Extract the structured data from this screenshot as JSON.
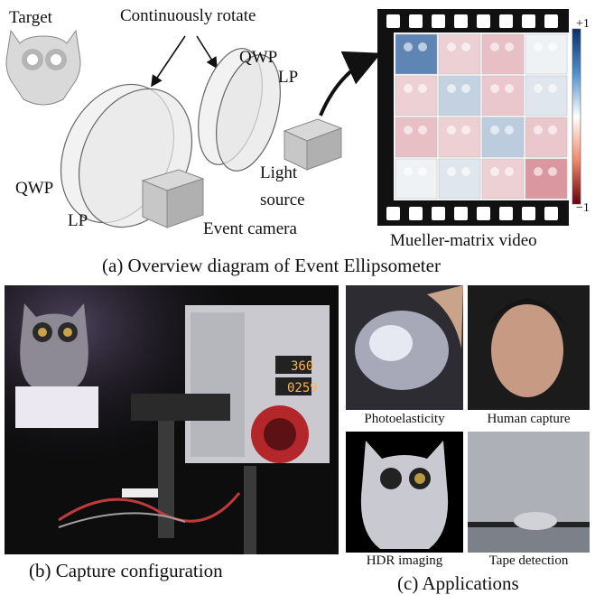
{
  "overview": {
    "target_label": "Target",
    "rotate_label": "Continuously rotate",
    "qwp_right_label": "QWP",
    "lp_right_label": "LP",
    "qwp_left_label": "QWP",
    "lp_left_label": "LP",
    "light_label_1": "Light",
    "light_label_2": "source",
    "event_camera_label": "Event camera",
    "mueller_label": "Mueller-matrix video",
    "colorbar_max": "+1",
    "colorbar_min": "−1",
    "caption": "(a) Overview diagram of Event Ellipsometer"
  },
  "capture": {
    "display_top": "360",
    "display_bottom": "0259",
    "caption": "(b) Capture configuration"
  },
  "applications": {
    "items": [
      {
        "label": "Photoelasticity"
      },
      {
        "label": "Human capture"
      },
      {
        "label": "HDR imaging"
      },
      {
        "label": "Tape detection"
      }
    ],
    "caption": "(c) Applications"
  },
  "colors": {
    "matrix_positive": "#2a5d9c",
    "matrix_negative": "#b2182b",
    "film_strip": "#111111"
  }
}
